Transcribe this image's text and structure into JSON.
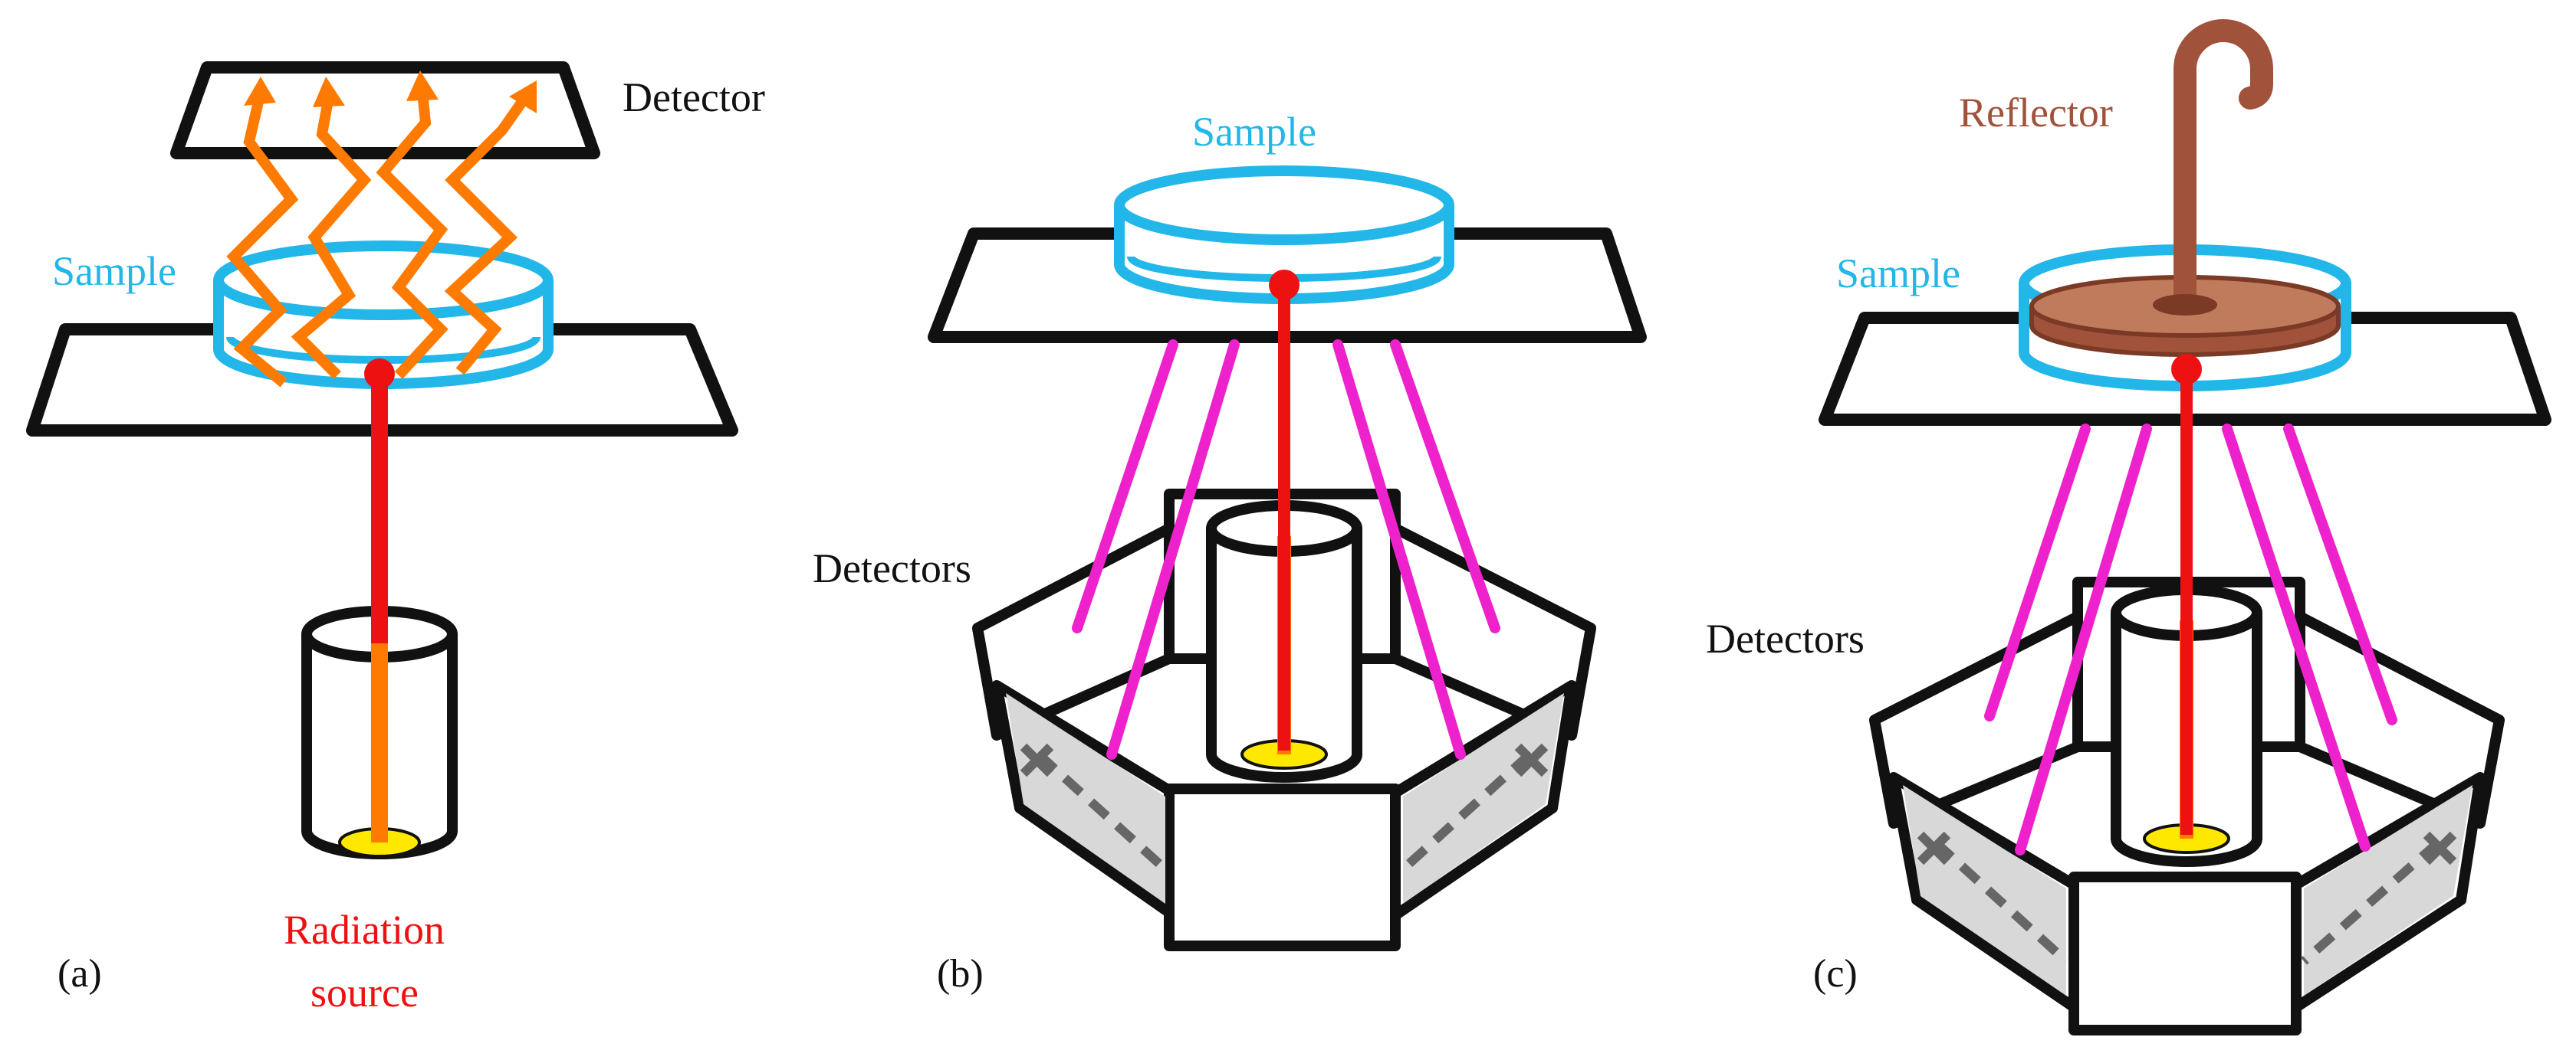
{
  "panels": {
    "a": {
      "tag": "(a)",
      "detector_label": "Detector",
      "sample_label": "Sample",
      "source_label_line1": "Radiation",
      "source_label_line2": "source"
    },
    "b": {
      "tag": "(b)",
      "sample_label": "Sample",
      "detectors_label": "Detectors"
    },
    "c": {
      "tag": "(c)",
      "reflector_label": "Reflector",
      "sample_label": "Sample",
      "detectors_label": "Detectors"
    }
  },
  "colors": {
    "outline": "#111111",
    "sample": "#22b7e8",
    "beam": "#ee1111",
    "scatter": "#ff7a00",
    "detector_rays": "#ee22cc",
    "source_spot": "#ffe800",
    "reflector": "#a0523a"
  }
}
